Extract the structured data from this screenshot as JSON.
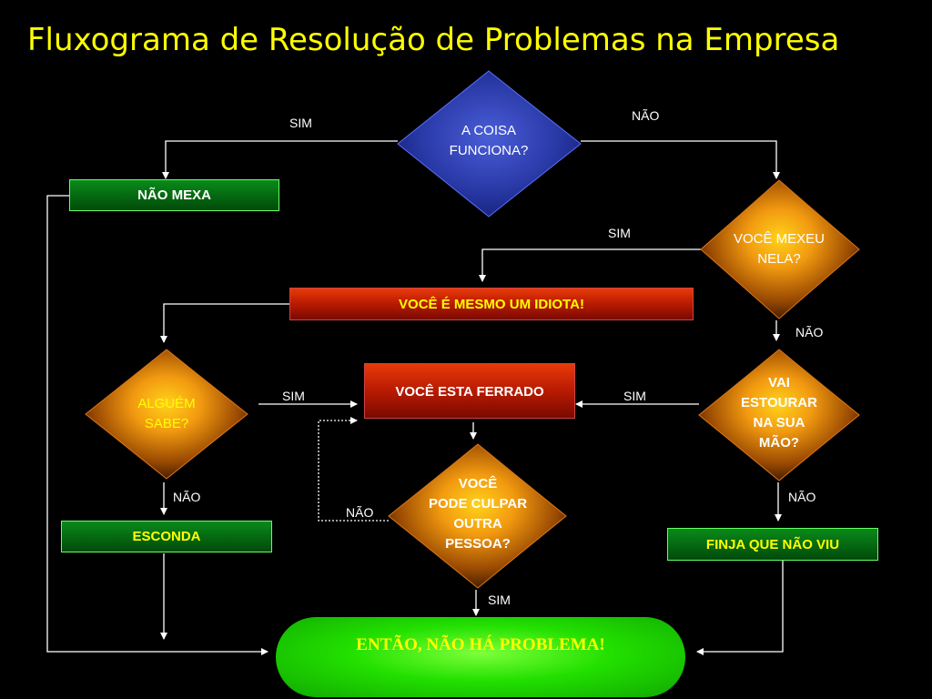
{
  "title": "Fluxograma de Resolução de Problemas na Empresa",
  "nodes": {
    "funciona": {
      "line1": "A COISA",
      "line2": "FUNCIONA?"
    },
    "nao_mexa": "NÃO MEXA",
    "mexeu": {
      "line1": "VOCÊ MEXEU",
      "line2": "NELA?"
    },
    "idiota": "VOCÊ É MESMO UM IDIOTA!",
    "alguem_sabe": {
      "line1": "ALGUÉM",
      "line2": "SABE?"
    },
    "ferrado": "VOCÊ ESTA FERRADO",
    "estourar": {
      "line1": "VAI",
      "line2": "ESTOURAR",
      "line3": "NA SUA",
      "line4": "MÃO?"
    },
    "culpar": {
      "line1": "VOCÊ",
      "line2": "PODE CULPAR",
      "line3": "OUTRA",
      "line4": "PESSOA?"
    },
    "esconda": "ESCONDA",
    "finja": "FINJA QUE NÃO VIU",
    "sem_problema": "ENTÃO, NÃO HÁ PROBLEMA!"
  },
  "edge_labels": {
    "sim_top": "SIM",
    "nao_top": "NÃO",
    "sim_mexeu": "SIM",
    "nao_mexeu": "NÃO",
    "sim_alguem": "SIM",
    "sim_estourar": "SIM",
    "nao_alguem": "NÃO",
    "nao_culpar": "NÃO",
    "nao_estourar": "NÃO",
    "sim_culpar": "SIM"
  }
}
